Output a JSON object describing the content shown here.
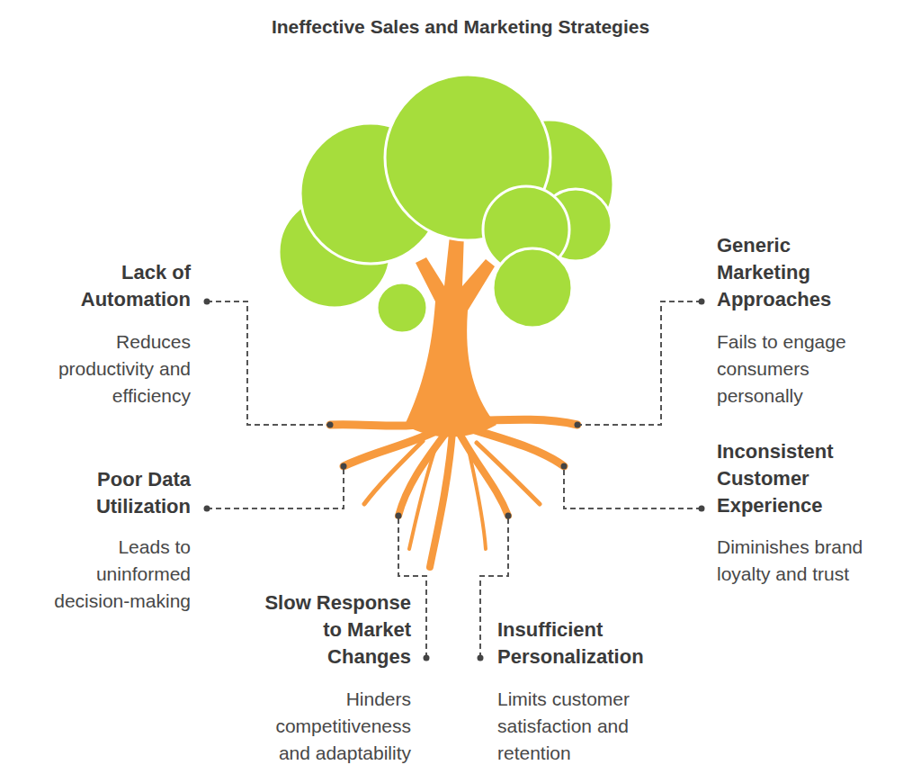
{
  "diagram": {
    "title": "Ineffective Sales and Marketing Strategies",
    "labels": [
      "Lack of Automation",
      "Reduces productivity and efficiency",
      "Generic Marketing Approaches",
      "Fails to engage consumers personally",
      "Poor Data Utilization",
      "Leads to uninformed decision-making",
      "Inconsistent Customer Experience",
      "Diminishes brand loyalty and trust",
      "Slow Response to Market Changes",
      "Hinders competitiveness and adaptability",
      "Insufficient Personalization",
      "Limits customer satisfaction and retention"
    ]
  }
}
